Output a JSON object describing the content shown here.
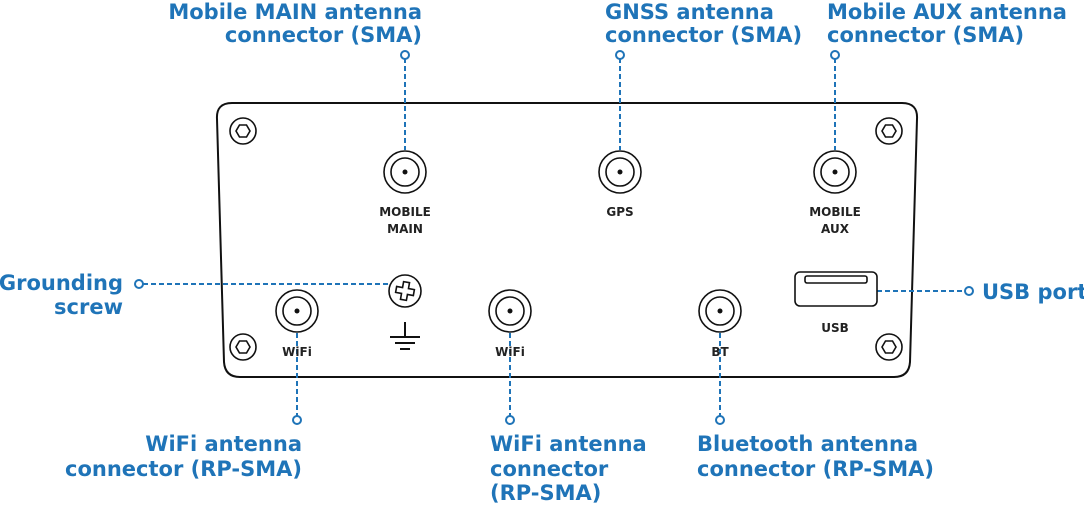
{
  "title": "Router rear panel connectors",
  "accent_color": "#1f74b8",
  "callouts": {
    "mobile_main": [
      "Mobile MAIN antenna",
      "connector (SMA)"
    ],
    "gnss": [
      "GNSS antenna",
      "connector (SMA)"
    ],
    "mobile_aux": [
      "Mobile AUX antenna",
      "connector (SMA)"
    ],
    "grounding": [
      "Grounding",
      "screw"
    ],
    "usb": [
      "USB port"
    ],
    "wifi_left": [
      "WiFi antenna",
      "connector (RP-SMA)"
    ],
    "wifi_mid": [
      "WiFi antenna",
      "connector",
      "(RP-SMA)"
    ],
    "bluetooth": [
      "Bluetooth antenna",
      "connector (RP-SMA)"
    ]
  },
  "panel_labels": {
    "mobile_main": [
      "MOBILE",
      "MAIN"
    ],
    "gps": "GPS",
    "mobile_aux": [
      "MOBILE",
      "AUX"
    ],
    "wifi_left": "WiFi",
    "wifi_mid": "WiFi",
    "bt": "BT",
    "usb": "USB"
  }
}
